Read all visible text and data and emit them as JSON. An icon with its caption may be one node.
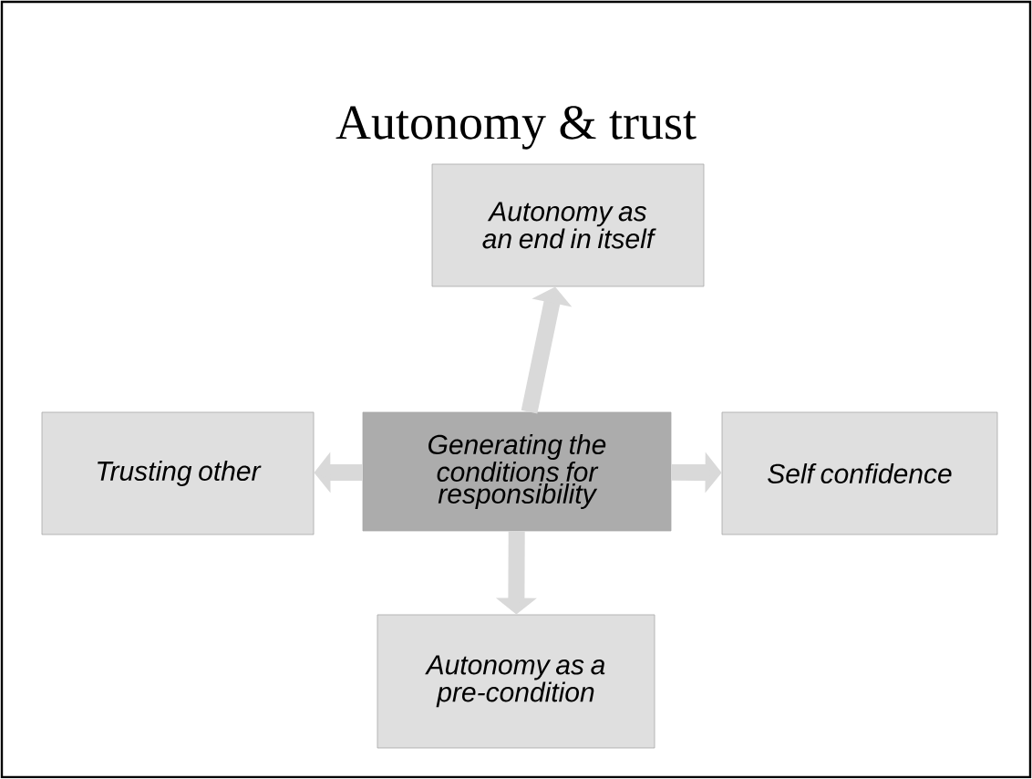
{
  "diagram": {
    "title": "Autonomy & trust",
    "nodes": [
      {
        "text": [
          "Autonomy as an end in itself"
        ]
      },
      {
        "text": [
          "Trusting other"
        ]
      },
      {
        "text": [
          "Generating the conditions for responsibility"
        ]
      },
      {
        "text": [
          "Self confidence"
        ]
      },
      {
        "text": [
          "Autonomy as a pre-condition"
        ]
      }
    ],
    "edges": [
      {
        "from": 2,
        "to": 0,
        "arrow": "to"
      },
      {
        "from": 2,
        "to": 1,
        "arrow": "to"
      },
      {
        "from": 2,
        "to": 3,
        "arrow": "to"
      },
      {
        "from": 2,
        "to": 4,
        "arrow": "to"
      }
    ]
  }
}
